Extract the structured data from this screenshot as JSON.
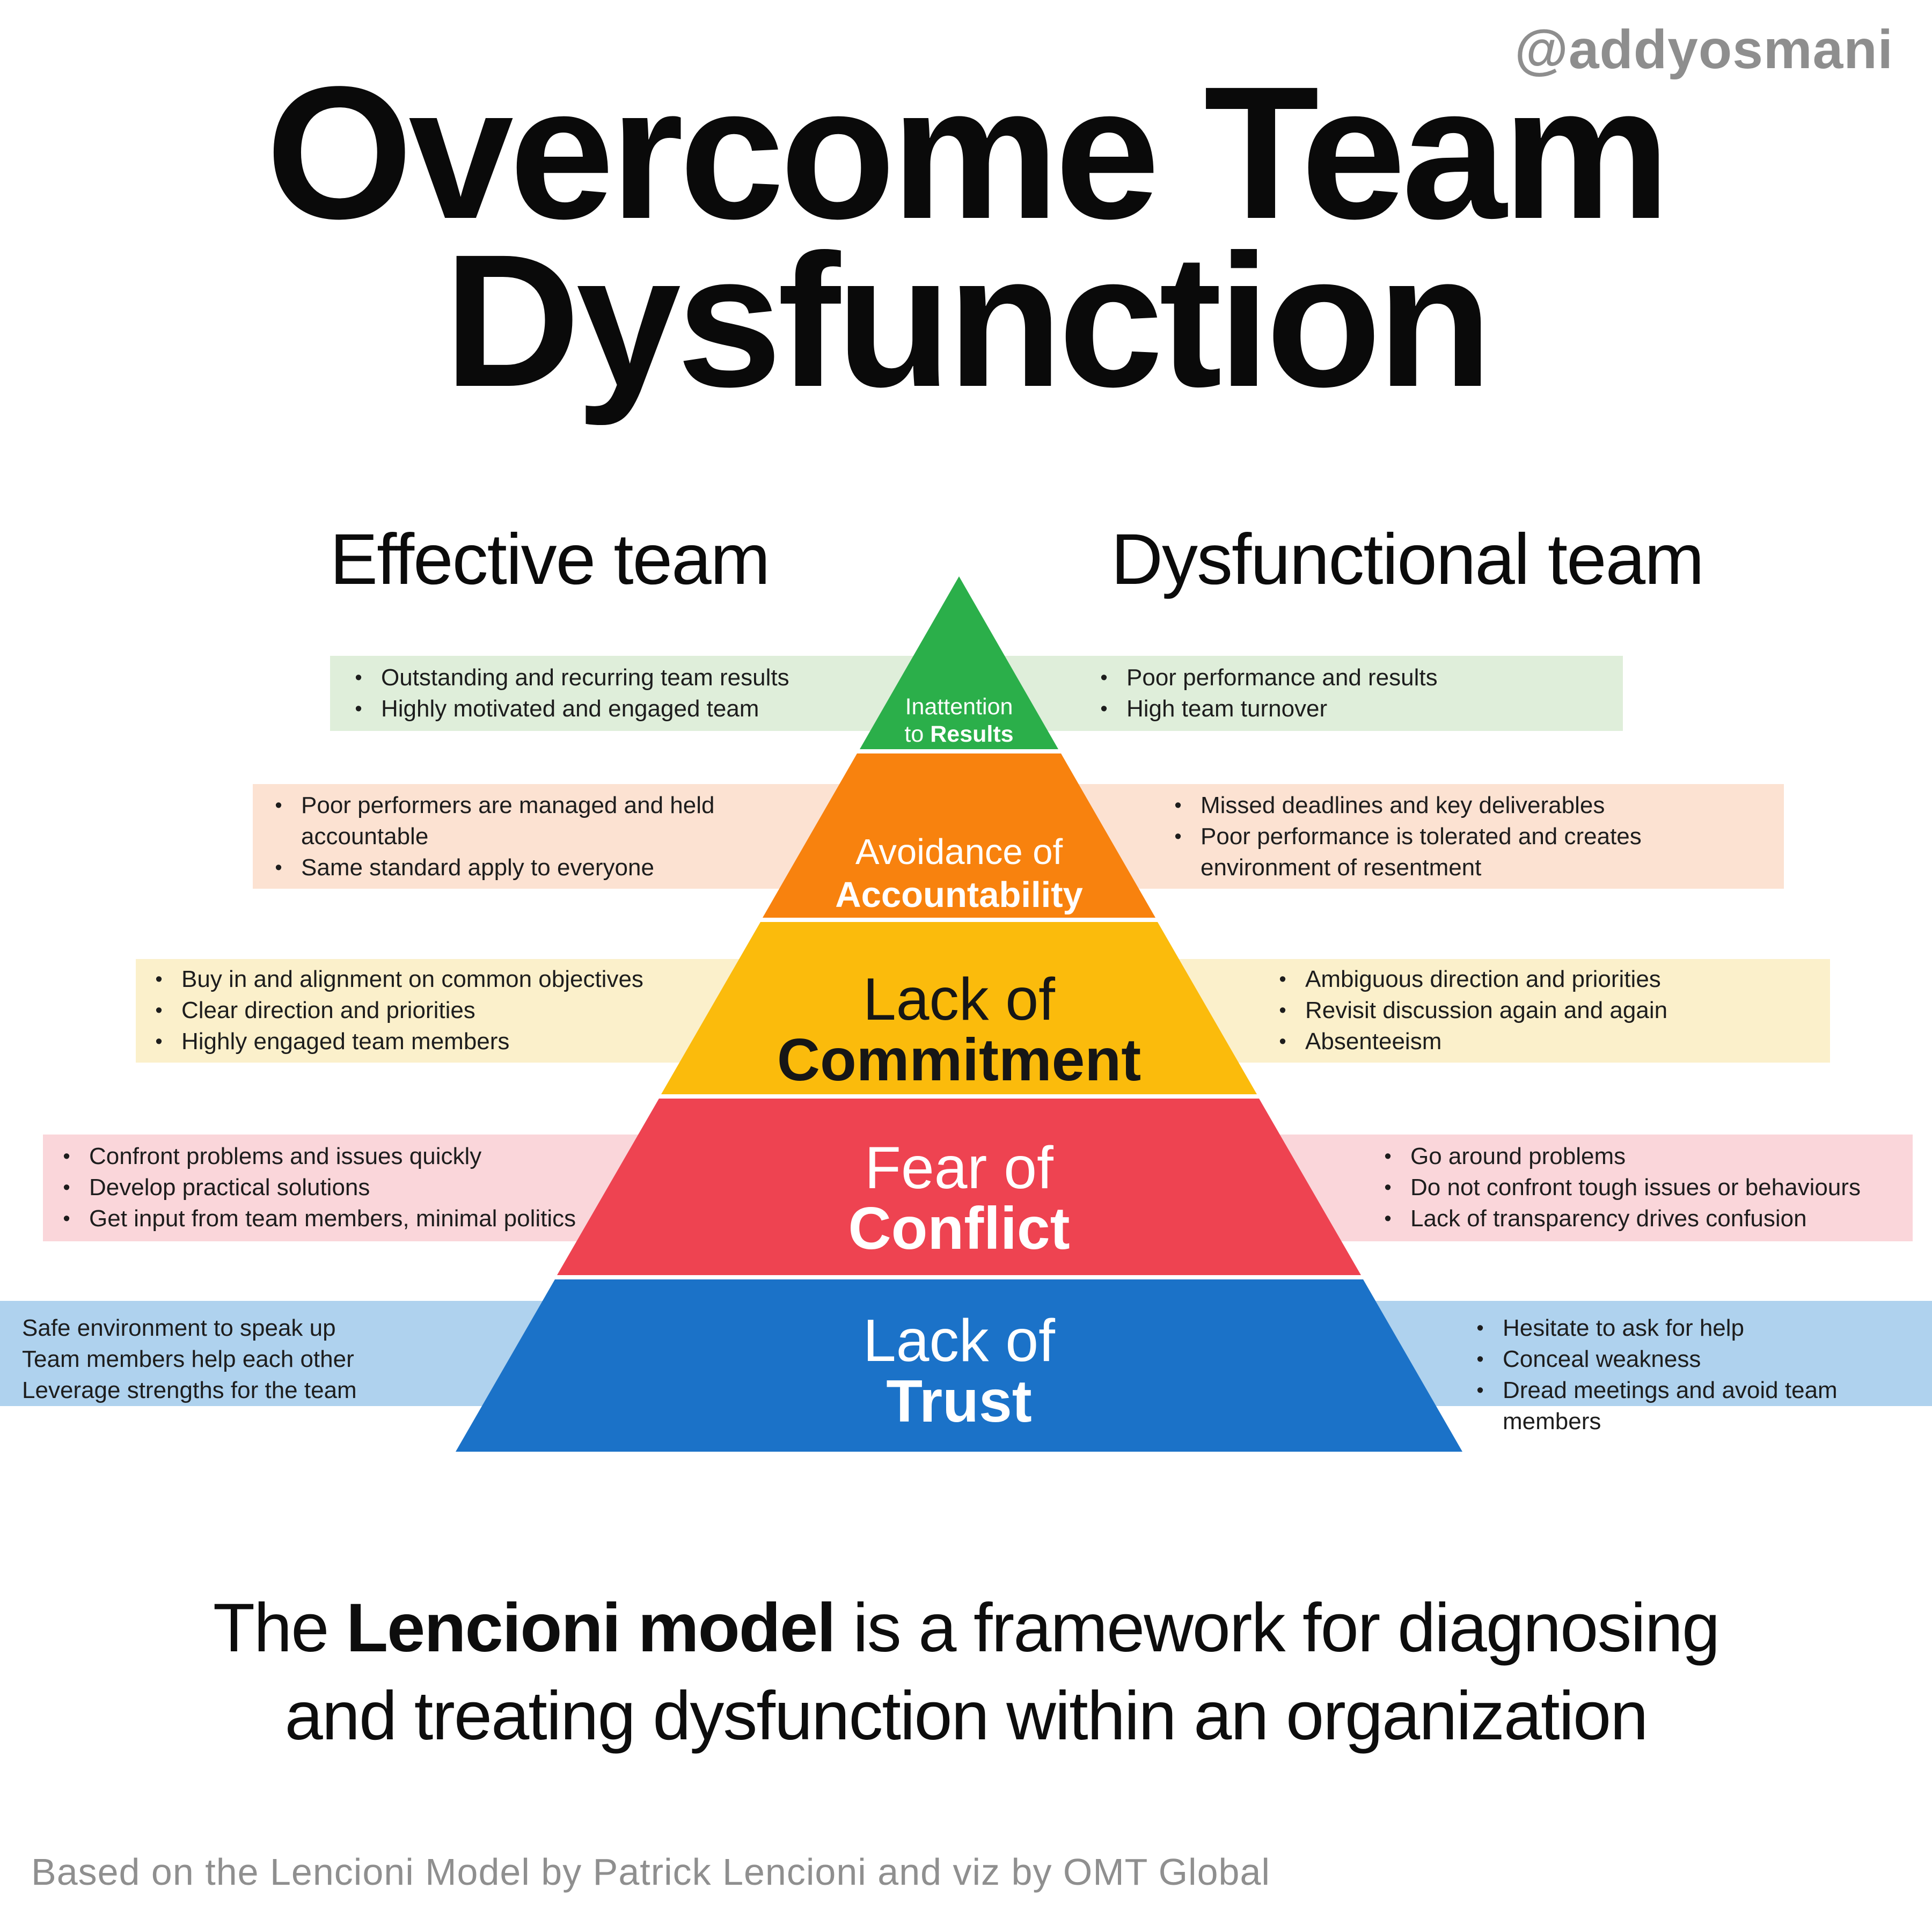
{
  "handle": "@addyosmani",
  "title": {
    "line1": "Overcome Team",
    "line2": "Dysfunction"
  },
  "columns": {
    "left": "Effective team",
    "right": "Dysfunctional team"
  },
  "levels": [
    {
      "id": "inattention-to-results",
      "label": {
        "line1": "Inattention",
        "line2_prefix": "to ",
        "line2_bold": "Results"
      },
      "color": "#2BAF4A",
      "band_color": "#DFEEDA",
      "effective": [
        "Outstanding and recurring team results",
        "Highly motivated and engaged team"
      ],
      "dysfunctional": [
        "Poor performance and results",
        "High team turnover"
      ]
    },
    {
      "id": "avoidance-of-accountability",
      "label": {
        "line1": "Avoidance of",
        "line2_prefix": "",
        "line2_bold": "Accountability"
      },
      "color": "#F8820E",
      "band_color": "#FCE2D2",
      "effective": [
        "Poor performers are managed and held accountable",
        "Same standard apply to everyone"
      ],
      "dysfunctional": [
        "Missed deadlines and key deliverables",
        "Poor performance is tolerated and creates environment of resentment"
      ]
    },
    {
      "id": "lack-of-commitment",
      "label": {
        "line1": "Lack of",
        "line2_prefix": "",
        "line2_bold": "Commitment"
      },
      "color": "#FBBB0C",
      "band_color": "#FBF0CB",
      "effective": [
        "Buy in and alignment on common objectives",
        "Clear direction and priorities",
        "Highly engaged team members"
      ],
      "dysfunctional": [
        "Ambiguous direction and priorities",
        "Revisit discussion again and again",
        "Absenteeism"
      ]
    },
    {
      "id": "fear-of-conflict",
      "label": {
        "line1": "Fear of",
        "line2_prefix": "",
        "line2_bold": "Conflict"
      },
      "color": "#EE4351",
      "band_color": "#FAD6DA",
      "effective": [
        "Confront problems and issues quickly",
        "Develop practical solutions",
        "Get input from team members, minimal politics"
      ],
      "dysfunctional": [
        "Go around problems",
        "Do not confront tough issues or behaviours",
        "Lack of transparency drives confusion"
      ]
    },
    {
      "id": "lack-of-trust",
      "label": {
        "line1": "Lack of",
        "line2_prefix": "",
        "line2_bold": "Trust"
      },
      "color": "#1B72C8",
      "band_color": "#AFD2EE",
      "effective": [
        "Safe environment to speak up",
        "Team members help each other",
        "Leverage strengths for the team"
      ],
      "dysfunctional": [
        "Hesitate to ask for help",
        "Conceal weakness",
        "Dread meetings and avoid team members"
      ]
    }
  ],
  "summary": {
    "line1_prefix": "The ",
    "line1_bold": "Lencioni model",
    "line1_suffix": " is a framework for diagnosing",
    "line2": "and treating dysfunction within an organization"
  },
  "footer": "Based on the Lencioni Model by Patrick Lencioni and viz by OMT Global"
}
